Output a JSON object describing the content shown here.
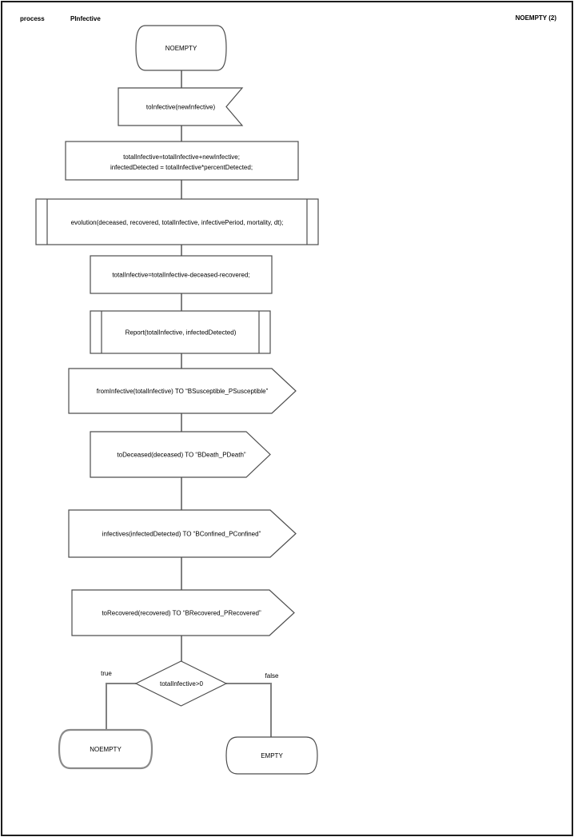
{
  "header": {
    "kind_label": "process",
    "process_name": "PInfective",
    "state_page_label": "NOEMPTY (2)"
  },
  "colors": {
    "connector": "#808080",
    "shape_stroke": "#4d4d4d",
    "highlight_stroke": "#8a8a8a",
    "page_border": "#1c1c1c",
    "text": "#000000",
    "background": "#ffffff"
  },
  "nodes": {
    "start_state": "NOEMPTY",
    "input_signal": "toInfective(newInfective)",
    "task_update": {
      "line1": "totalInfective=totalInfective+newInfective;",
      "line2": "infectedDetected = totalInfective*percentDetected;"
    },
    "proc_evolution": "evolution(deceased, recovered, totalInfective, infectivePeriod, mortality, dt);",
    "task_subtract": "totalInfective=totalInfective-deceased-recovered;",
    "proc_report": "Report(totalInfective, infectedDetected)",
    "out_from_infective": "fromInfective(totalInfective) TO “BSusceptible_PSusceptible”",
    "out_to_deceased": "toDeceased(deceased) TO “BDeath_PDeath”",
    "out_infectives": "infectives(infectedDetected) TO “BConfined_PConfined”",
    "out_to_recovered": "toRecovered(recovered) TO “BRecovered_PRecovered”",
    "decision": "totalInfective>0",
    "branch_true_label": "true",
    "branch_false_label": "false",
    "next_state_noempty": "NOEMPTY",
    "next_state_empty": "EMPTY"
  }
}
